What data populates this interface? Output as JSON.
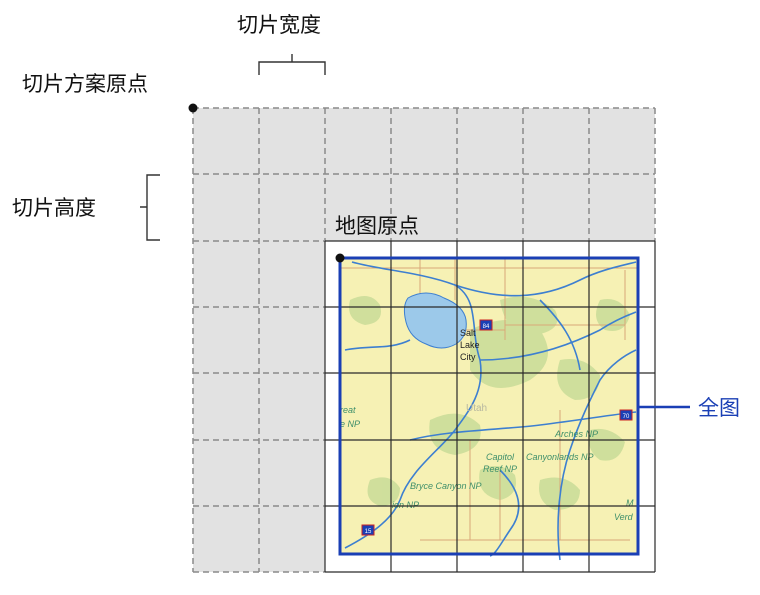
{
  "labels": {
    "tile_width": "切片宽度",
    "tiling_origin": "切片方案原点",
    "tile_height": "切片高度",
    "map_origin": "地图原点",
    "full_extent": "全图"
  },
  "map": {
    "place_labels": [
      "Salt",
      "Lake",
      "City",
      "Utah",
      "reat",
      "e NP",
      "Arches NP",
      "Capitol",
      "Reef NP",
      "Canyonlands NP",
      "Bryce Canyon NP",
      "ion NP",
      "M",
      "Verd"
    ],
    "shields": [
      "84",
      "70",
      "15"
    ]
  },
  "colors": {
    "grid_fill": "#e2e2e2",
    "grid_dash": "#8a8a8a",
    "map_fill": "#f6f1b4",
    "extent_blue": "#1a3fb5",
    "river_blue": "#3d7fd0",
    "lake_blue": "#9cc9ea",
    "park_green": "#c9dc98"
  }
}
